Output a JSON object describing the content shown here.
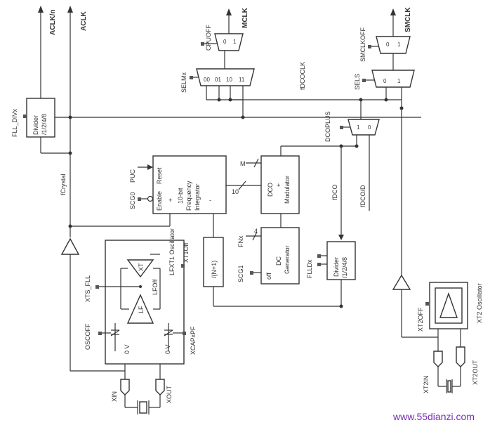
{
  "outputs": {
    "aclk_n": "ACLK/n",
    "aclk": "ACLK",
    "mclk": "MCLK",
    "smclk": "SMCLK"
  },
  "divider_fll": {
    "name": "FLL_DIVx",
    "box": "Divider",
    "ratio": "/1/2/4/8"
  },
  "mclk_mux": {
    "cpuoff": "CPUOFF",
    "selmx": "SELMx",
    "inputs": [
      "00",
      "01",
      "10",
      "11"
    ],
    "gate": [
      "0",
      "1"
    ]
  },
  "smclk_mux": {
    "smclkoff": "SMCLKOFF",
    "sels": "SELS",
    "inputs": [
      "0",
      "1"
    ],
    "gate": [
      "0",
      "1"
    ]
  },
  "dcoplus_mux": {
    "label": "DCOPLUS",
    "inputs": [
      "1",
      "0"
    ]
  },
  "signals": {
    "fdcoclk": "fDCOCLK",
    "fcrystal": "fCrystal",
    "fdco": "fDCO",
    "fdcod": "fDCO/D",
    "bus_width": "10",
    "m": "M"
  },
  "integrator": {
    "puc": "PUC",
    "scg0": "SCG0",
    "enable": "Enable",
    "reset": "Reset",
    "line1": "10-bit",
    "line2": "Frequency",
    "line3": "Integrator",
    "plus": "+",
    "minus": "-"
  },
  "dco_mod": {
    "line1": "DCO",
    "line2": "+",
    "line3": "Modulator"
  },
  "dc_gen": {
    "fn": "FNx",
    "bus": "4",
    "scg1": "SCG1",
    "off": "off",
    "line1": "DC",
    "line2": "Generator"
  },
  "divider_flld": {
    "name": "FLLDx",
    "box": "Divider",
    "ratio": "/1/2/4/8"
  },
  "feedback": {
    "label": "/(N+1)"
  },
  "lfxt1": {
    "title": "LFXT1 Oscillator",
    "xt1off": "XT1Off",
    "xt": "XT",
    "lf": "LF",
    "lfoff": "LFOff",
    "xts_fll": "XTS_FLL",
    "oscoff": "OSCOFF",
    "xcapxpf": "XCAPxPF",
    "zero_v_left": "0 V",
    "zero_v_right": "0 V",
    "xin": "XIN",
    "xout": "XOUT"
  },
  "xt2": {
    "title": "XT2 Oscillator",
    "xt2off": "XT2OFF",
    "xt2in": "XT2IN",
    "xt2out": "XT2OUT"
  },
  "watermark": "www.55dianzi.com"
}
